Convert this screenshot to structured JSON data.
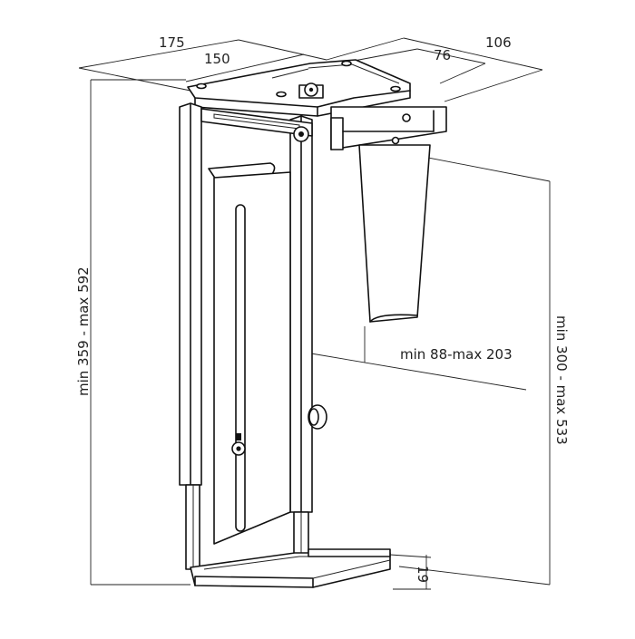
{
  "diagram": {
    "dimensions": {
      "top_depth": "175",
      "top_inner_depth": "150",
      "top_width": "106",
      "top_inner_width": "76",
      "total_height": "min 359 - max 592",
      "inner_height": "min 300 - max 533",
      "inner_width": "min 88-max 203",
      "base_height": "19"
    },
    "colors": {
      "line": "#111111",
      "background": "#ffffff"
    }
  }
}
